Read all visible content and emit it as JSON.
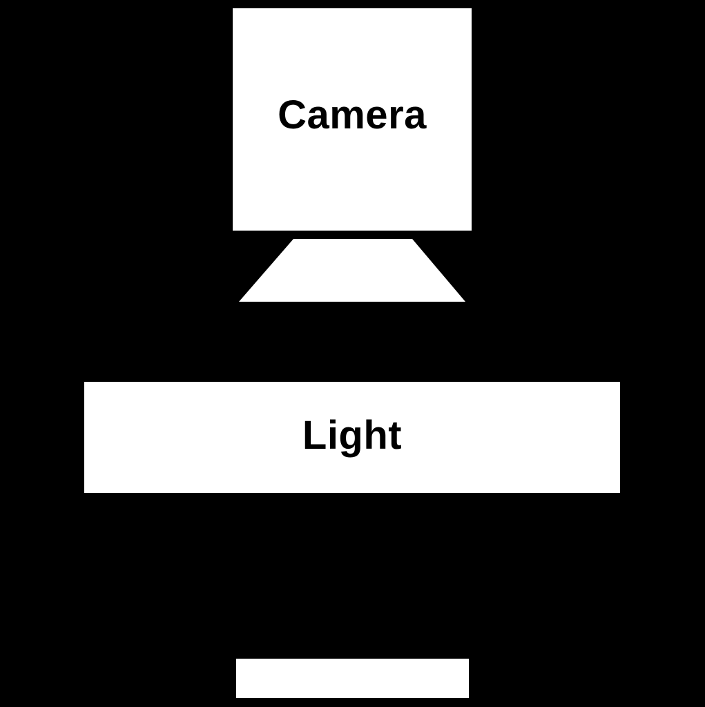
{
  "diagram": {
    "background_color": "#000000",
    "shape_fill_color": "#ffffff",
    "text_color": "#000000",
    "camera": {
      "label": "Camera",
      "body_shape": "rectangle",
      "lens_shape": "trapezoid"
    },
    "light": {
      "label": "Light",
      "shape": "rectangle"
    },
    "stage": {
      "label": "",
      "shape": "rectangle"
    }
  }
}
